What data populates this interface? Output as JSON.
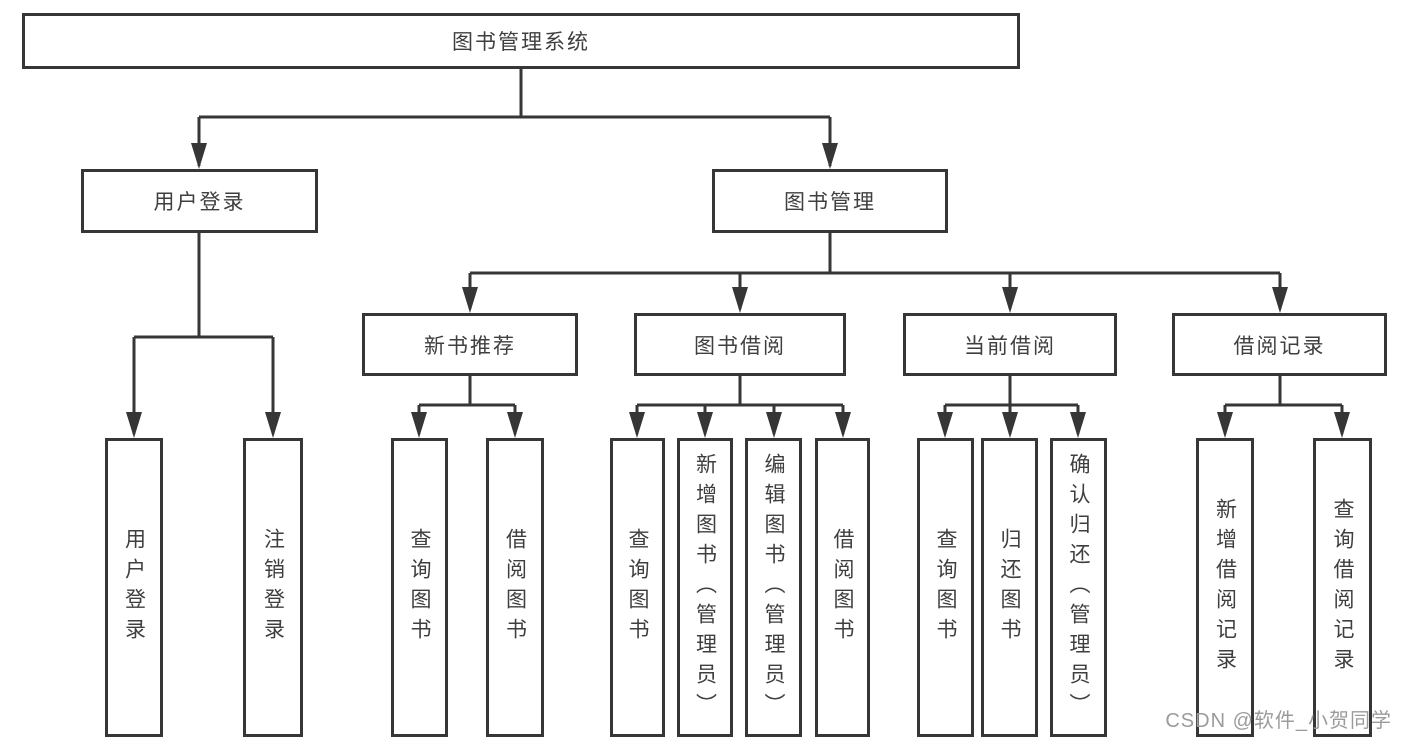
{
  "diagram": {
    "title": "图书管理系统",
    "root": {
      "label": "图书管理系统"
    },
    "level2": [
      {
        "label": "用户登录"
      },
      {
        "label": "图书管理"
      }
    ],
    "level3": [
      {
        "label": "新书推荐"
      },
      {
        "label": "图书借阅"
      },
      {
        "label": "当前借阅"
      },
      {
        "label": "借阅记录"
      }
    ],
    "leaves": {
      "user_login": [
        "用户登录",
        "注销登录"
      ],
      "new_book": [
        "查询图书",
        "借阅图书"
      ],
      "book_borrow": [
        "查询图书",
        "新增图书（管理员）",
        "编辑图书（管理员）",
        "借阅图书"
      ],
      "current_borrow": [
        "查询图书",
        "归还图书",
        "确认归还（管理员）"
      ],
      "borrow_record": [
        "新增借阅记录",
        "查询借阅记录"
      ]
    },
    "colors": {
      "line": "#363636",
      "text": "#3f3f3f",
      "background": "#ffffff",
      "watermark": "#9b9b9b"
    }
  },
  "watermark": {
    "text": "CSDN @软件_小贺同学"
  }
}
